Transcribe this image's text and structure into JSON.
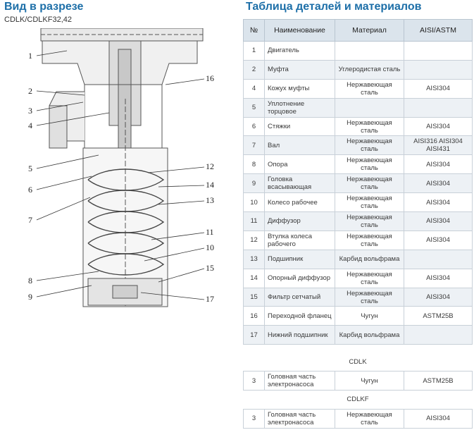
{
  "left_header": {
    "title": "Вид в разрезе",
    "subtitle": "CDLK/CDLKF32,42"
  },
  "right_header": {
    "title": "Таблица деталей и материалов"
  },
  "table": {
    "columns": [
      "№",
      "Наименование",
      "Материал",
      "AISI/ASTM"
    ],
    "rows": [
      {
        "num": "1",
        "name": "Двигатель",
        "material": "",
        "aisi": ""
      },
      {
        "num": "2",
        "name": "Муфта",
        "material": "Углеродистая сталь",
        "aisi": ""
      },
      {
        "num": "4",
        "name": "Кожух муфты",
        "material": "Нержавеющая сталь",
        "aisi": "AISI304"
      },
      {
        "num": "5",
        "name": "Уплотнение торцовое",
        "material": "",
        "aisi": ""
      },
      {
        "num": "6",
        "name": "Стяжки",
        "material": "Нержавеющая сталь",
        "aisi": "AISI304"
      },
      {
        "num": "7",
        "name": "Вал",
        "material": "Нержавеющая сталь",
        "aisi": "AISI316 AISI304 AISI431"
      },
      {
        "num": "8",
        "name": "Опора",
        "material": "Нержавеющая сталь",
        "aisi": "AISI304"
      },
      {
        "num": "9",
        "name": "Головка всасывающая",
        "material": "Нержавеющая сталь",
        "aisi": "AISI304"
      },
      {
        "num": "10",
        "name": "Колесо рабочее",
        "material": "Нержавеющая сталь",
        "aisi": "AISI304"
      },
      {
        "num": "11",
        "name": "Диффузор",
        "material": "Нержавеющая сталь",
        "aisi": "AISI304"
      },
      {
        "num": "12",
        "name": "Втулка колеса рабочего",
        "material": "Нержавеющая сталь",
        "aisi": "AISI304"
      },
      {
        "num": "13",
        "name": "Подшипник",
        "material": "Карбид вольфрама",
        "aisi": ""
      },
      {
        "num": "14",
        "name": "Опорный диффузор",
        "material": "Нержавеющая сталь",
        "aisi": "AISI304"
      },
      {
        "num": "15",
        "name": "Фильтр сетчатый",
        "material": "Нержавеющая сталь",
        "aisi": "AISI304"
      },
      {
        "num": "16",
        "name": "Переходной фланец",
        "material": "Чугун",
        "aisi": "ASTM25B"
      },
      {
        "num": "17",
        "name": "Нижний подшипник",
        "material": "Карбид вольфрама",
        "aisi": ""
      }
    ],
    "section_cdlk": "CDLK",
    "row_cdlk": {
      "num": "3",
      "name": "Головная часть электронасоса",
      "material": "Чугун",
      "aisi": "ASTM25B"
    },
    "section_cdlkf": "CDLKF",
    "row_cdlkf": {
      "num": "3",
      "name": "Головная часть электронасоса",
      "material": "Нержавеющая сталь",
      "aisi": "AISI304"
    }
  },
  "callouts_left": [
    "1",
    "2",
    "3",
    "4",
    "5",
    "6",
    "7",
    "8",
    "9"
  ],
  "callouts_right": [
    "16",
    "12",
    "14",
    "13",
    "11",
    "10",
    "15",
    "17"
  ],
  "colors": {
    "title": "#1d6fa8",
    "header_bg": "#dbe4ec",
    "alt_row": "#edf1f5"
  }
}
